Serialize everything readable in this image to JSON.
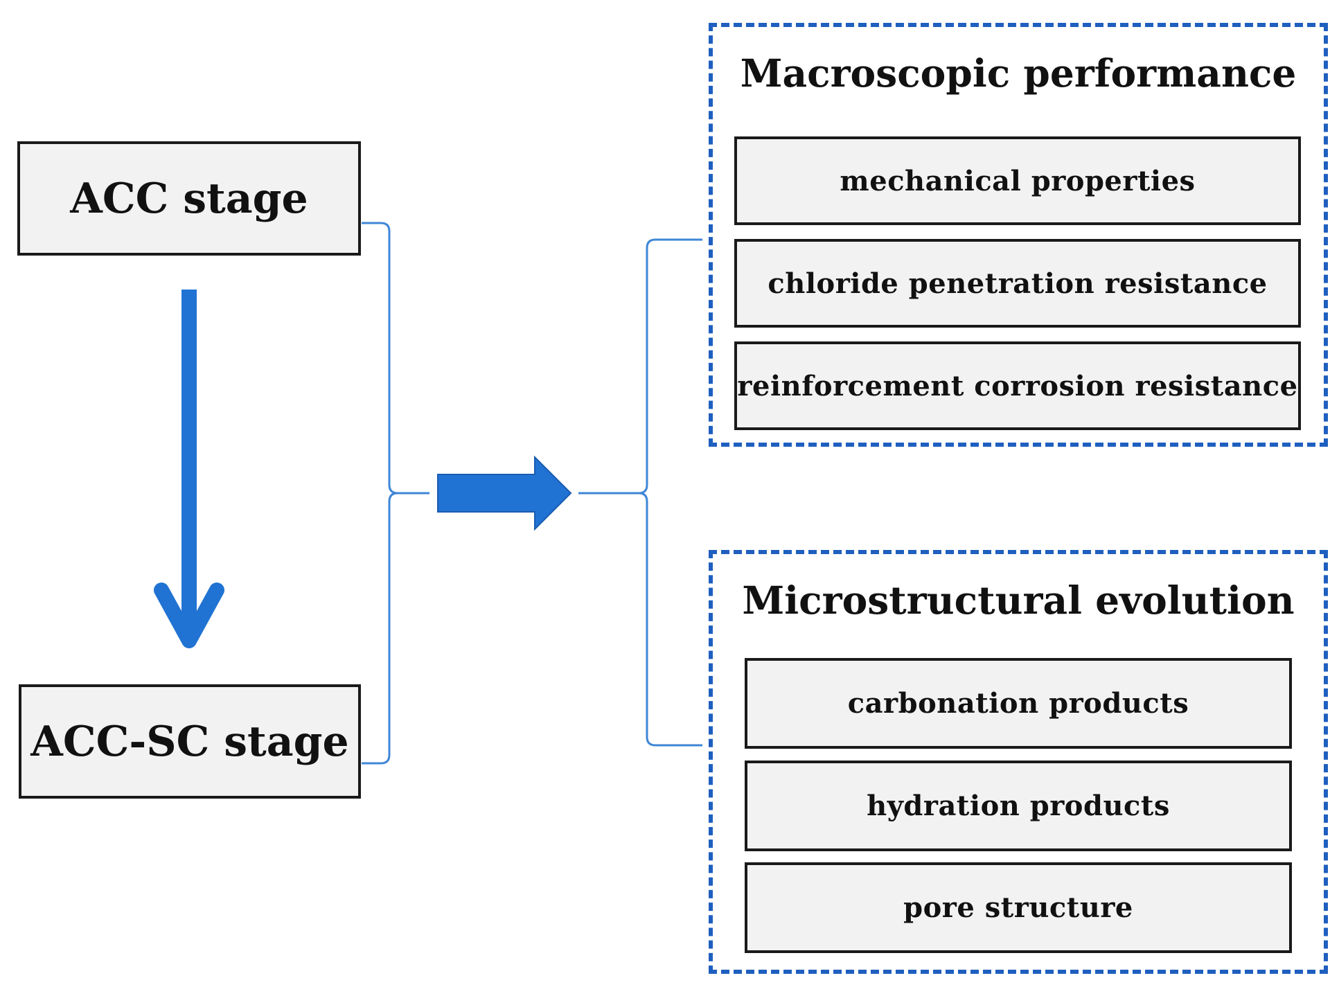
{
  "stages": {
    "first": "ACC stage",
    "second": "ACC-SC stage"
  },
  "groups": [
    {
      "title": "Macroscopic performance",
      "items": [
        "mechanical properties",
        "chloride penetration resistance",
        "reinforcement corrosion resistance"
      ]
    },
    {
      "title": "Microstructural evolution",
      "items": [
        "carbonation products",
        "hydration products",
        "pore structure"
      ]
    }
  ],
  "colors": {
    "arrow": "#2173d3",
    "bracket": "#3f86d6",
    "dashed_border": "#1f5fbf",
    "box_fill": "#f2f2f2",
    "box_border": "#1a1a1a"
  },
  "icons": {
    "down_arrow": "arrow-down-icon",
    "right_arrow": "arrow-right-icon"
  }
}
